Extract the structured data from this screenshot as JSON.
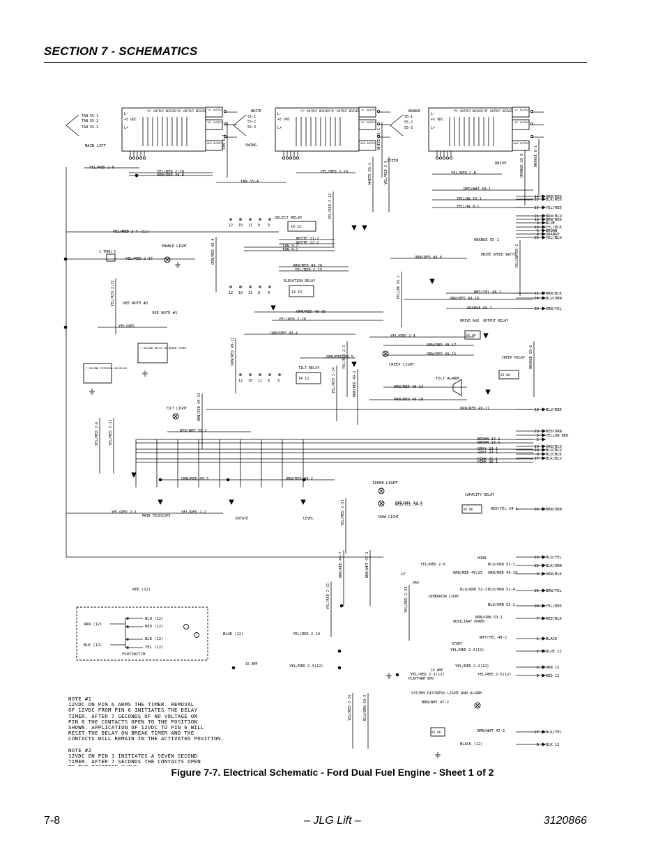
{
  "header": {
    "section_title": "SECTION 7 - SCHEMATICS"
  },
  "figure": {
    "caption": "Figure 7-7.  Electrical Schematic - Ford Dual Fuel Engine - Sheet 1 of 2"
  },
  "footer": {
    "page_number": "7-8",
    "brand": "– JLG Lift –",
    "doc_number": "3120866"
  },
  "schematic": {
    "controllers": [
      {
        "label": "MAIN LIFT",
        "inputs": [
          "TAN 55-1",
          "TAN 55-2",
          "TAN 55-3"
        ]
      },
      {
        "label": "SWING",
        "inputs": [
          "WHITE",
          "55-1",
          "55-2",
          "55-3"
        ]
      },
      {
        "label": "STEER",
        "inputs": [
          "ORANGE",
          "55-1",
          "55-2",
          "55-3"
        ]
      },
      {
        "label": "DRIVE",
        "inputs": []
      }
    ],
    "block_text": {
      "l_minus": "L-",
      "vdc": "+5 VDC",
      "l_plus": "L+",
      "a_output": "\"A\" OUTPUT DRIVER",
      "b_output": "\"B\" OUTPUT DRIVER",
      "a_out": "\"A\" OUTPUT",
      "b_out": "\"B\" OUTPUT",
      "aux_out": "AUX OUTPUT"
    },
    "relays": {
      "select": "SELECT RELAY",
      "elevation": "ELEVATION RELAY",
      "tilt": "TILT RELAY",
      "drive_aux": "DRIVE AUX. OUTPUT RELAY",
      "creep": "CREEP RELAY",
      "capacity": "CAPACITY RELAY",
      "interval": "7 SECOND INTERVAL ON RELAY",
      "break_timer": "7 SECOND DELAY ON BREAK TIMER",
      "thru": "1 THRU 5"
    },
    "labels": {
      "enable_light": "ENABLE LIGHT",
      "see_note_2": "SEE NOTE #2",
      "see_note_1": "SEE NOTE #1",
      "tilt_light": "TILT LIGHT",
      "creep_light": "CREEP LIGHT",
      "tilt_alarm": "TILT ALARM",
      "drive_speed": "DRIVE SPEED SWITCH",
      "main_telescope": "MAIN TELESCOPE",
      "rotate": "ROTATE",
      "level": "LEVEL",
      "light_1000": "1000# LIGHT",
      "light_500": "500# LIGHT",
      "horn": "HORN",
      "lp": "LP",
      "gas": "GAS",
      "generator_light": "GENERATOR LIGHT",
      "aux_power": "AUXILIARY POWER",
      "start": "START",
      "platform_ems": "PLATFORM EMS",
      "amp15a": "15 AMP",
      "amp15b": "15 AMP",
      "footswitch": "FOOTSWITCH",
      "distress": "SYSTEM DISTRESS LIGHT AND ALARM"
    },
    "wires": [
      "YEL/RED 2-6",
      "YEL/RED 2-18",
      "ORN/RED 49-8",
      "TAN 55-4",
      "YEL/RED 2-7",
      "YEL/RED 2-19",
      "YEL/RED 2-8",
      "RED/WHT 50-1",
      "YELLOW 10-1",
      "YELLOW 9-1",
      "WHITE 21-2",
      "WHITE 22-2",
      "TAN 3-2",
      "TAN 4-2",
      "YEL/RED 2-7 (12)",
      "YEL/RED 2-17",
      "ORANGE 55-1",
      "ORN/RED 49-6",
      "ORN/RED 49-20",
      "YEL/RED 2-15",
      "WHT/YEL 48-1",
      "ORN/RED 49-10",
      "ORANGE 55-7",
      "ORN/RED 49-16",
      "YEL/RED 2-20",
      "YEL/RED",
      "ORN/RED 49-4",
      "YEL/RED 2-4",
      "ORN/RED 49-17",
      "ORN/RED 49-15",
      "ORN/RED 49-5",
      "ORN/RED 49-14",
      "ORN/RED 49-18",
      "ORN/RED 49-11",
      "RED/WHT 50-2",
      "BROWN 14-1",
      "BROWN 13-1",
      "GRAY 23-1",
      "GRAY 24-1",
      "PINK 25-1",
      "PINK 26-1",
      "ORN/RED 49-3",
      "ORN/RED 49-2",
      "YEL/RED 2-1",
      "YEL/RED 2-2",
      "RED/YEL 54-3",
      "RED/YEL 54-2",
      "RED/YEL 54-1",
      "YEL/RED 2-9",
      "BLU/ORN 52-1",
      "ORN/RED 49/25",
      "ORN/RED 49-19",
      "BLU/ORN 52-3",
      "BLU/ORN 52-4",
      "BLU/ORN 52-2",
      "BRN/ORN 53-1",
      "WHT/YEL 48-2",
      "YEL/RED 2-4(12)",
      "YEL/RED 2-2(12)",
      "YEL/RED 2-1(12)",
      "YEL/RED 2-5(12)",
      "YEL/RED 2-3(12)",
      "BRN/WHT 47-2",
      "BRN/WHT 47-3",
      "BLACK (12)",
      "RED (12)",
      "BLUE (12)",
      "YEL/RED 2-10"
    ],
    "vertical_wires": [
      "TAN 6-1",
      "YEL/RED 2-12",
      "WHITE 55-1",
      "WHITE 21-1",
      "YEL/RED 2-5",
      "YELLOW 55-1",
      "ORN/RED 49-9",
      "YEL/RED 2-22",
      "ORN/RED 49-12",
      "ORN/RED 49-13",
      "YEL/RED 2-14",
      "YEL/RED 2-3",
      "ORN/RED 49-1",
      "YEL/RED 2-6",
      "YEL/RED 2-21",
      "YEL/RED 2-11",
      "ORN/RED 49-7",
      "BRN/WHT 47-1",
      "YEL/RED 2-16",
      "BLU/ORN 53-5",
      "YEL/RED 2-23",
      "ORANGE 55-6",
      "ORANGE 8-1",
      "ORANGE 55-8",
      "YELLOW 55-2",
      "YEL/RED 2-13"
    ],
    "right_terminals": [
      {
        "pin": "14",
        "wire": "ORN/RED"
      },
      {
        "pin": "12",
        "wire": "BLK/RED"
      },
      {
        "pin": "15",
        "wire": "YEL/RED"
      },
      {
        "pin": "21",
        "wire": "BRN/BLU"
      },
      {
        "pin": "16",
        "wire": "BRN/RED"
      },
      {
        "pin": "3",
        "wire": "BLUE"
      },
      {
        "pin": "10",
        "wire": "YEL/BLK"
      },
      {
        "pin": "6",
        "wire": "BROWN"
      },
      {
        "pin": "4",
        "wire": "ORANGE"
      },
      {
        "pin": "20",
        "wire": "YEL/BLU"
      },
      {
        "pin": "11",
        "wire": "BRN/BLK"
      },
      {
        "pin": "24",
        "wire": "BLU/ORN"
      },
      {
        "pin": "30",
        "wire": "ORN/YEL"
      },
      {
        "pin": "13",
        "wire": "BLU/RED"
      },
      {
        "pin": "23",
        "wire": "RED/ORN"
      },
      {
        "pin": "5",
        "wire": "YELLOW RED"
      },
      {
        "pin": "2",
        "wire": ""
      },
      {
        "pin": "19",
        "wire": "ORN/BLU"
      },
      {
        "pin": "18",
        "wire": "BLU/BLU"
      },
      {
        "pin": "8",
        "wire": "BLU/BLK"
      },
      {
        "pin": "17",
        "wire": "BLK/BLU"
      },
      {
        "pin": "26",
        "wire": "BRN/ORN"
      },
      {
        "pin": "29",
        "wire": "BLU/YEL"
      },
      {
        "pin": "22",
        "wire": "BLK/ORN"
      },
      {
        "pin": "9",
        "wire": "ORN/BLK"
      },
      {
        "pin": "25",
        "wire": "BRN/YEL"
      },
      {
        "pin": "28",
        "wire": "YEL/RED"
      },
      {
        "pin": "7",
        "wire": "RED/BLK"
      },
      {
        "pin": "1",
        "wire": "BLACK"
      },
      {
        "pin": "E",
        "wire": "BLUE 12"
      },
      {
        "pin": "G",
        "wire": "ORN 12"
      },
      {
        "pin": "D",
        "wire": "RED 12"
      },
      {
        "pin": "27",
        "wire": "BLK/YEL"
      },
      {
        "pin": "B",
        "wire": "BLK 12"
      }
    ],
    "footswitch_wires": {
      "orn": "ORN (12)",
      "blk": "BLK (12)",
      "blu": "BLU (12)",
      "red": "RED (12)",
      "blk2": "BLK (12)",
      "yel": "YEL (12)"
    },
    "connector_numbers": [
      "12",
      "10",
      "11",
      "8",
      "9"
    ],
    "notes": [
      "NOTE #1",
      "12VDC ON PIN 6 ARMS THE TIMER. REMOVAL",
      "OF 12VDC FROM PIN 6 INITIATES THE DELAY",
      "TIMER. AFTER 7 SECONDS OF NO VOLTAGE ON",
      "PIN 6 THE CONTACTS OPEN TO THE POSITION",
      "SHOWN. APPLICATION OF 12VDC TO PIN 6 WILL",
      "RESET THE DELAY ON BREAK TIMER AND THE",
      "CONTACTS WILL REMAIN IN THE ACTIVATED POSITION.",
      "NOTE #2",
      "12VDC ON PIN 1 INITIATES A SEVEN SECOND",
      "TIMER. AFTER 7 SECONDS THE CONTACTS OPEN",
      "TO THE POSITION SHOWN."
    ]
  }
}
